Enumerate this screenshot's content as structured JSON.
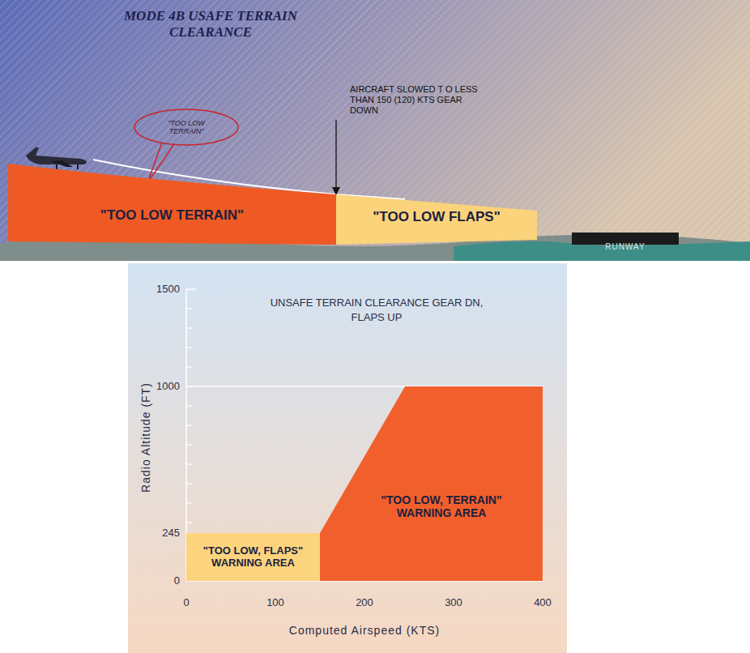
{
  "diagram": {
    "title": "MODE 4B USAFE TERRAIN CLEARANCE",
    "nodes": [
      {
        "text": [
          "\"TOO LOW TERRAIN\""
        ]
      },
      {
        "text": [
          "\"TOO LOW TERRAIN\""
        ]
      },
      {
        "text": [
          "\"TOO LOW FLAPS\""
        ]
      },
      {
        "text": [
          "\"TOO LOW, FLAPS\" WARNING AREA"
        ]
      },
      {
        "text": [
          "\"TOO LOW, TERRAIN\" WARNING AREA"
        ]
      }
    ],
    "labels": [
      "AIRCRAFT SLOWED T O LESS THAN 150 (120) KTS GEAR DOWN",
      "RUNWAY",
      "UNSAFE TERRAIN CLEARANCE GEAR DN, FLAPS UP",
      "1500",
      "1000",
      "245",
      "0",
      "0",
      "100",
      "200",
      "300",
      "400",
      "Radio Altitude (FT)",
      "Computed Airspeed (KTS)"
    ]
  }
}
